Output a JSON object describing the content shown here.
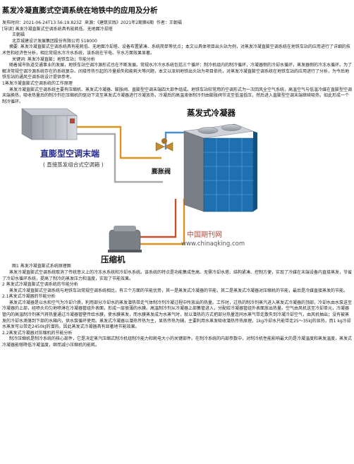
{
  "title": "蒸发冷凝直膨式空调系统在地铁中的应用及分析",
  "meta": {
    "published": "发布时间：2021-06-24T13:56:19.823Z",
    "source": "来源：《建筑实践》2021年2期第6期",
    "author": "作者：王朝福"
  },
  "guide": "[导读] 蒸发冷凝直膨式空调系统具有能耗低、无地面冷却塔",
  "author_name": "王朝福",
  "affiliation": "北京城建设计发展集团股份有限公司  518000",
  "abstract": "摘要: 蒸发冷凝直膨式空调系统具有能耗低、无地面冷却塔、设备布置紧凑、系统简单等优点；本文以具体项目出头站为例，对蒸发冷凝直膨空调系统在地铁车站的应用进行了详细的技术性和经济性分析，相比常规水冷冷水系统，该系统在节电、节水方面效果显著。",
  "keywords": "关键词: 蒸发冷凝直膨；地铁车站；节能分析",
  "intro": "随着城市轨道交通事业的发展，地铁车站空调冷源形式也在不断发展。常规水冷冷水系统包括三个循环：制冷机组内的制冷循环，冷凝器侧的冷却水循环，蒸发器侧的冷冻水循环。为了解决常规空调冷源系统存在的系统复杂、间接传热引起的冷量损失和能耗大等问题，本文以深圳地铁出头站为项目依托，对蒸发冷凝直膨空调系统在地铁车站的应用进行了分析，为今后地铁车站的通风空调系统设计提供参考。",
  "s1": "1蒸发冷凝直膨式空调系统的工作原理",
  "s1_text": "蒸发冷凝直膨式空调系统主要有压缩机、蒸发式冷凝器、膨胀阀、直膨型空调末端四大部件组成。地铁车站较常用的空调形式为一次回风全空气系统，高温空气与低温冷媒在直膨型空调末端换热，吸收热量后的制冷剂在压缩机的驱动下流至蒸发式冷凝器进行冷凝放热，冷凝后的高温液体制冷剂由膨胀阀节流至低温低压，然后进入直膨型空调末端继续吸热，如此形成一个制冷循环。",
  "figure": {
    "label_terminal": "直膨型空调末端",
    "label_terminal_sub": "( 直接蒸发组合式空调箱 )",
    "label_evap": "蒸发式冷凝器",
    "label_valve": "膨胀阀",
    "label_comp": "压缩机",
    "watermark_cn": "中国期刊网",
    "watermark_url": "www.chinaqking.com"
  },
  "fig_caption": "图1 蒸发冷凝直膨式系统原理图",
  "s1_text2": "蒸发冷凝直膨式空调系统取消了传统意义上的冷冻水系统和冷却水系统。该系统的特点是功能集成性高、无需冷却水塔、结构紧凑、控制方便，实现了冷媒在末端设备内直接蒸发，节省了冷却水循环系统，提高了制冷的蒸发压力和温度，实现了节能效果。",
  "s2": "2 蒸发式冷凝直膨式空调系统的节能分析",
  "s2_text": "蒸发式冷凝直膨式空调系统与地铁车站常规空调系统相比，有三个方面的节能优势，其一是蒸发式冷凝器的节能，其二是蒸发式冷凝器对压缩机的节能，最后是冷媒直接蒸发的节能。",
  "s21": "2.1蒸发式冷凝器的节能分析",
  "s21_text": "蒸发式冷凝器是以水和空气为冷却介质，利用部分冷却水的蒸发潜热带走气体制冷剂冷凝过程中所放出的热量。工作时，过热的制冷剂蒸汽进入蒸发式冷凝器的顶部，冷却水由水泵送至冷凝器的上部，经喷头均匀地喷淋在冷凝器管组外表面，形成一层很薄的水膜。高温制冷剂从冷凝器上部集管进入，分配给冷凝器管组外表面放出热量。空气由风机送至冷却单元，冷凝器管内的高温制冷剂蒸汽将热量通过冷凝器管壁传给水膜，使水膜蒸发，而水膜蒸发成为水蒸气时，就以潜热的方式把部分热量连同水蒸气带走散失到冷凝冷却空气，由风机抽出；没有被蒸发的冷却水滴落到下部的水箱内，供水泵循环使用。蒸发式冷凝器以潜热传热为主，显热传热为辅，主要利用水蒸发吸收潜热传热原理，1kg冷却水只能带走25～35kJ的显热，而1 kg冷却水蒸发可以带走2450kJ的潜热。因此蒸发式冷凝器具有显著地节能效果。",
  "s22": "2.2蒸发式冷凝器对压缩机的节能分析",
  "s22_text": "制冷压缩机是制冷系统的核心部件，它是决定蒸汽压缩式制冷机组制冷能力和耗电大小的关键部件。在制冷系统的内部参数中，对制冷机性能影响最大的是冷凝温度和蒸发温度，蒸发式冷凝器能够降低冷凝温度，继而减小压缩机的能耗。"
}
